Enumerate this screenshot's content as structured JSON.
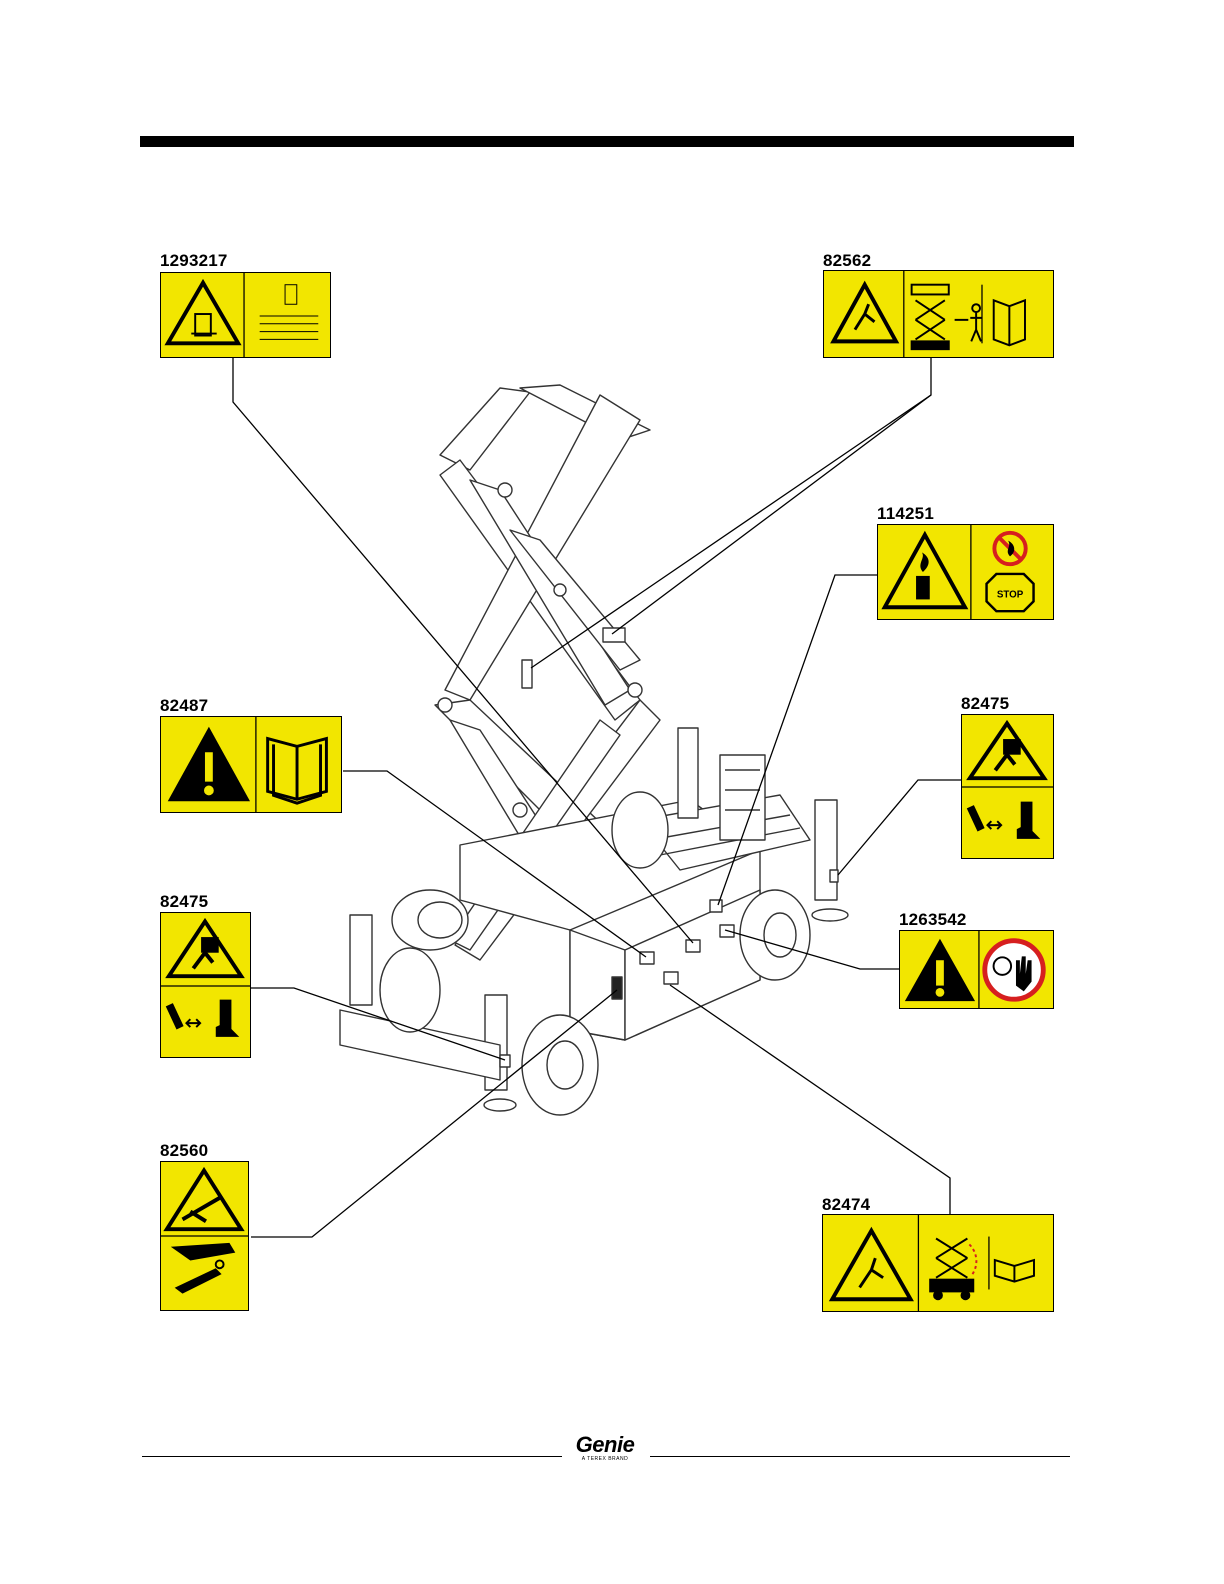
{
  "decals": [
    {
      "id": "d1293217",
      "part_number": "1293217",
      "name": "decal-1293217"
    },
    {
      "id": "d82562",
      "part_number": "82562",
      "name": "decal-82562"
    },
    {
      "id": "d114251",
      "part_number": "114251",
      "name": "decal-114251",
      "stop_text": "STOP"
    },
    {
      "id": "d82487",
      "part_number": "82487",
      "name": "decal-82487"
    },
    {
      "id": "d82475a",
      "part_number": "82475",
      "name": "decal-82475-right"
    },
    {
      "id": "d82475b",
      "part_number": "82475",
      "name": "decal-82475-left"
    },
    {
      "id": "d1263542",
      "part_number": "1263542",
      "name": "decal-1263542"
    },
    {
      "id": "d82560",
      "part_number": "82560",
      "name": "decal-82560"
    },
    {
      "id": "d82474",
      "part_number": "82474",
      "name": "decal-82474"
    }
  ],
  "colors": {
    "decal_yellow": "#f2e600",
    "ink": "#000000",
    "prohibit_red": "#d61f1f",
    "machine_line": "#333333"
  },
  "footer": {
    "logo_text": "Genie",
    "logo_subtext": "A TEREX BRAND"
  },
  "icons": [
    "warning-triangle-icon",
    "manual-book-icon",
    "crush-hazard-icon",
    "fire-hazard-icon",
    "no-flame-icon",
    "stop-sign-icon",
    "no-touch-icon",
    "fall-hazard-icon"
  ]
}
